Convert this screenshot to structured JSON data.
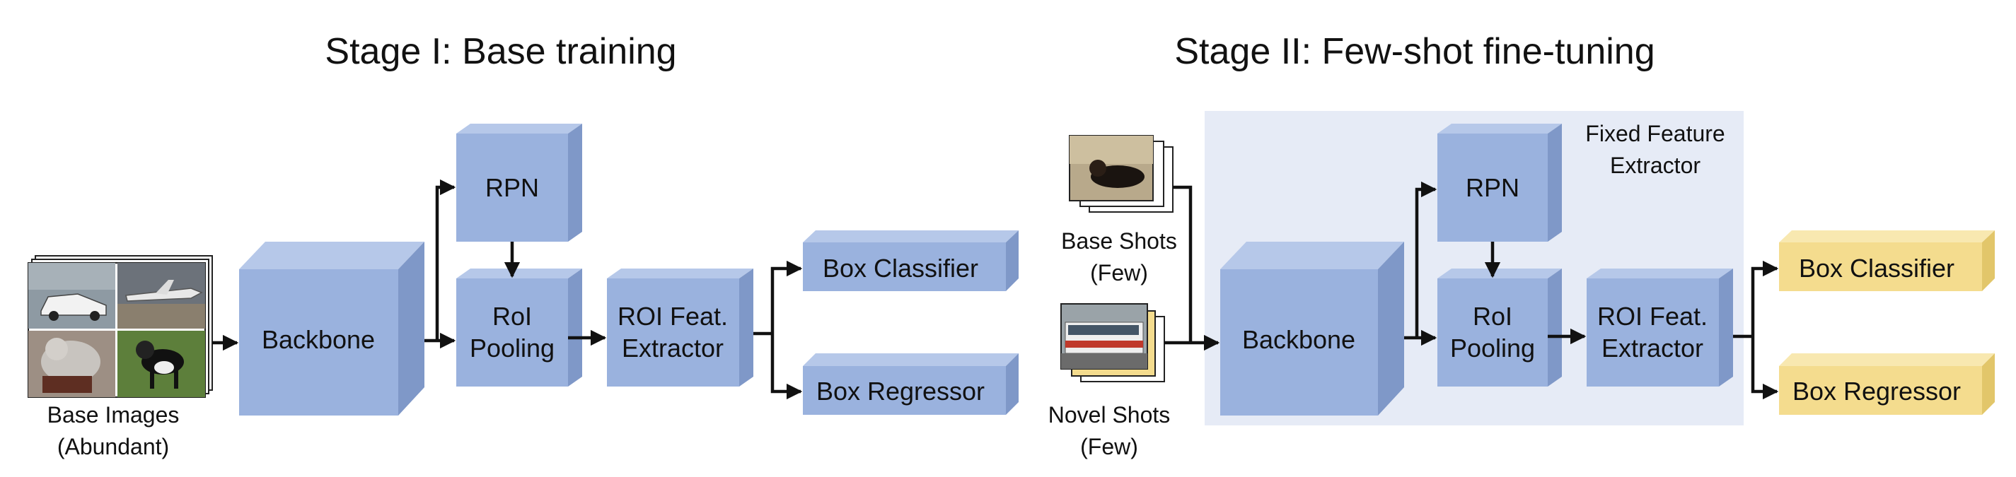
{
  "stage1": {
    "title": "Stage I: Base training",
    "images_label_line1": "Base Images",
    "images_label_line2": "(Abundant)",
    "backbone": "Backbone",
    "rpn": "RPN",
    "roi_pooling_line1": "RoI",
    "roi_pooling_line2": "Pooling",
    "roi_feat_line1": "ROI Feat.",
    "roi_feat_line2": "Extractor",
    "box_classifier": "Box Classifier",
    "box_regressor": "Box Regressor"
  },
  "stage2": {
    "title": "Stage II: Few-shot fine-tuning",
    "base_shots_line1": "Base Shots",
    "base_shots_line2": "(Few)",
    "novel_shots_line1": "Novel Shots",
    "novel_shots_line2": "(Few)",
    "fixed_line1": "Fixed Feature",
    "fixed_line2": "Extractor",
    "backbone": "Backbone",
    "rpn": "RPN",
    "roi_pooling_line1": "RoI",
    "roi_pooling_line2": "Pooling",
    "roi_feat_line1": "ROI Feat.",
    "roi_feat_line2": "Extractor",
    "box_classifier": "Box Classifier",
    "box_regressor": "Box Regressor"
  },
  "colors": {
    "blue_front": "#9ab2de",
    "blue_top": "#b6c8e9",
    "blue_side": "#7f98c8",
    "yellow_front": "#f4dc8e",
    "yellow_top": "#f8e8b0",
    "yellow_side": "#e2c66a",
    "frozen_region": "#e6ebf6"
  }
}
